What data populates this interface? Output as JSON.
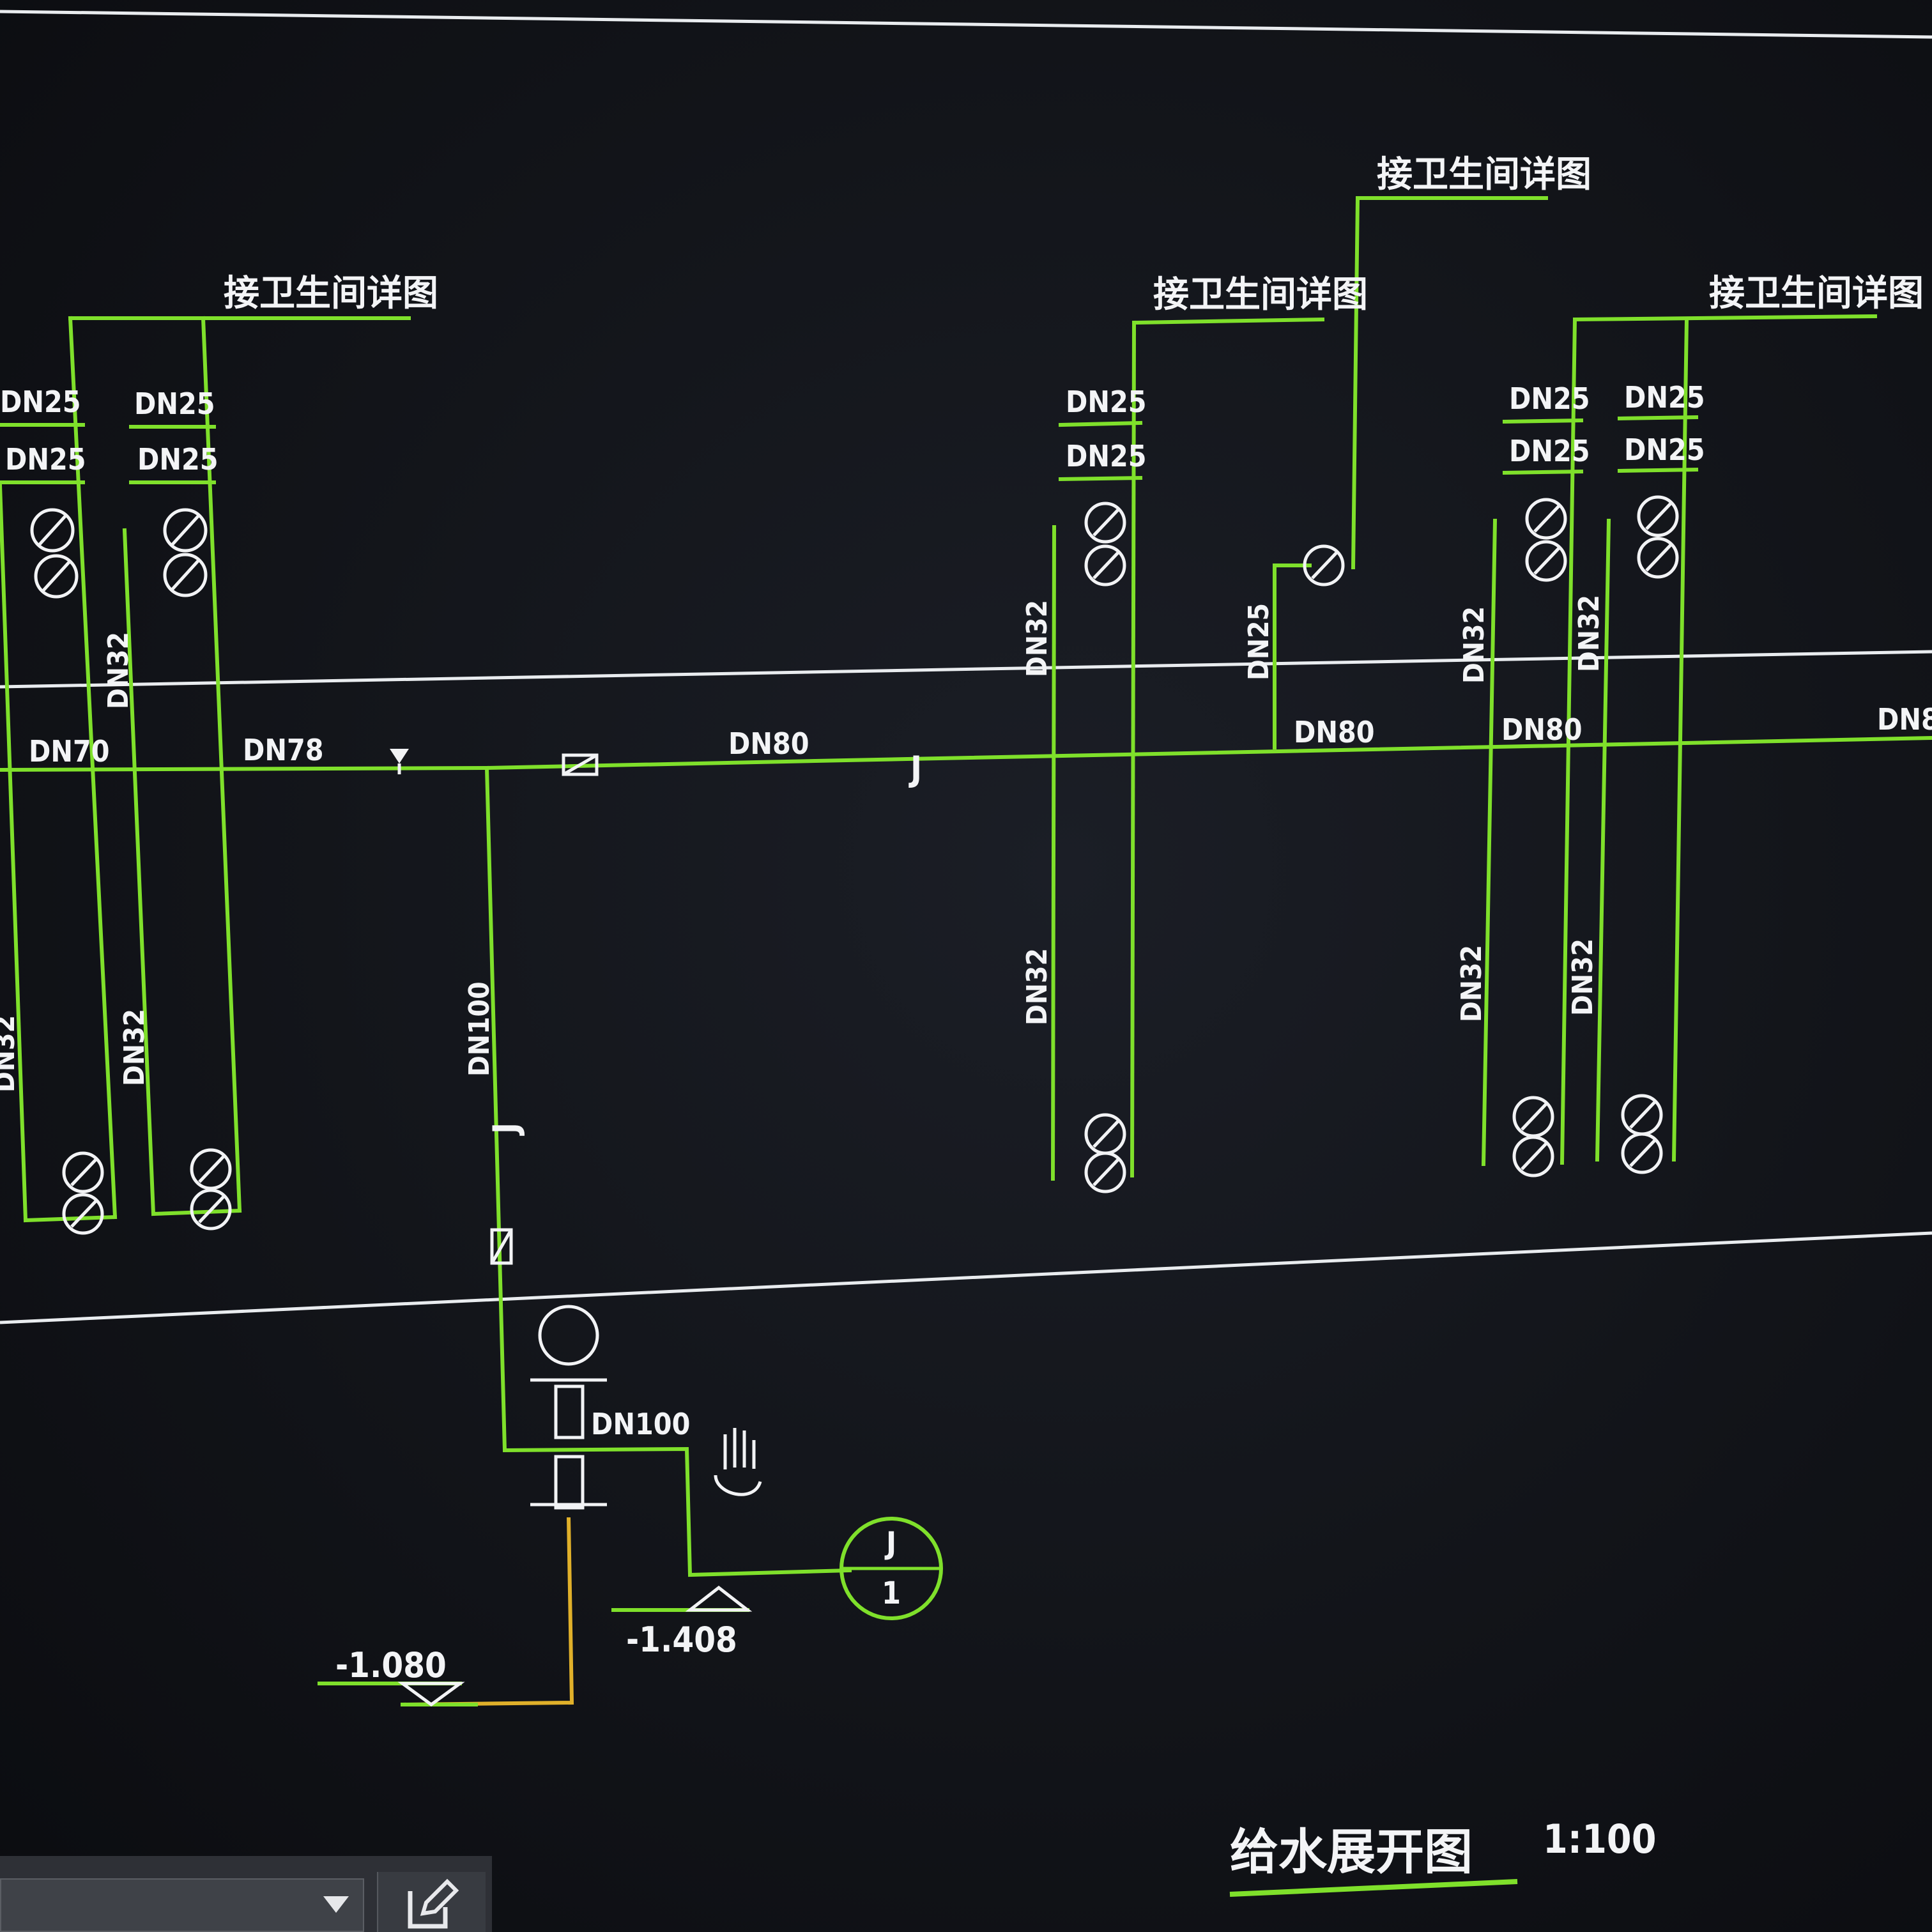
{
  "drawing": {
    "title": "给水展开图",
    "scale": "1:100",
    "cross_reference_label": "接卫生间详图",
    "pipe_labels": {
      "dn25": "DN25",
      "dn32": "DN32",
      "dn70": "DN70",
      "dn78": "DN78",
      "dn80": "DN80",
      "dn100": "DN100"
    },
    "elevations": {
      "left": "-1.080",
      "right": "-1.408"
    },
    "index_marker": {
      "top": "J",
      "bottom": "1"
    },
    "meter_mark": "J"
  },
  "toolbar": {
    "layer_value": "",
    "colors": {
      "pipe": "#7fe02b",
      "pipe_alt": "#e0b02a",
      "background": "#121419"
    }
  }
}
